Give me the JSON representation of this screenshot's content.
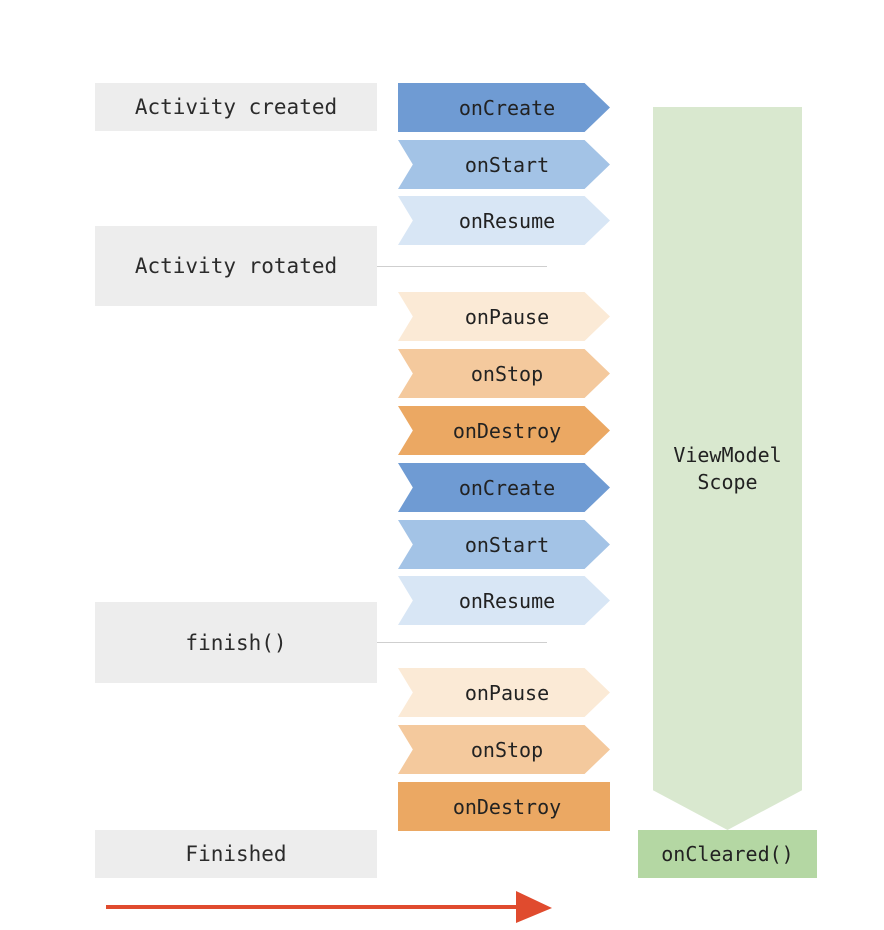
{
  "states": [
    {
      "label": "Activity created"
    },
    {
      "label": "Activity rotated"
    },
    {
      "label": "finish()"
    },
    {
      "label": "Finished"
    }
  ],
  "steps": [
    {
      "label": "onCreate",
      "color": "#6f9bd3"
    },
    {
      "label": "onStart",
      "color": "#a3c3e6"
    },
    {
      "label": "onResume",
      "color": "#d8e6f5"
    },
    {
      "label": "onPause",
      "color": "#fbead6"
    },
    {
      "label": "onStop",
      "color": "#f4c99d"
    },
    {
      "label": "onDestroy",
      "color": "#eba863"
    },
    {
      "label": "onCreate",
      "color": "#6f9bd3"
    },
    {
      "label": "onStart",
      "color": "#a3c3e6"
    },
    {
      "label": "onResume",
      "color": "#d8e6f5"
    },
    {
      "label": "onPause",
      "color": "#fbead6"
    },
    {
      "label": "onStop",
      "color": "#f4c99d"
    },
    {
      "label": "onDestroy",
      "color": "#eba863"
    }
  ],
  "scope": {
    "line1": "ViewModel",
    "line2": "Scope",
    "color": "#d9e8cf"
  },
  "cleared": {
    "label": "onCleared()",
    "color": "#b4d7a3"
  },
  "timeline_arrow_color": "#e04b2e"
}
